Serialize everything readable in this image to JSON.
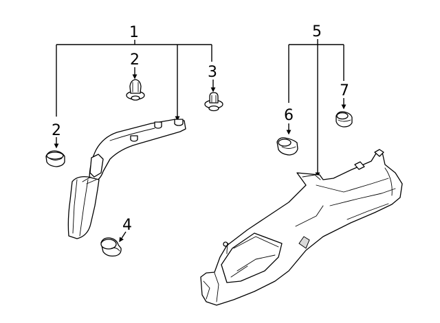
{
  "callouts": [
    {
      "id": "1",
      "text": "1"
    },
    {
      "id": "2a",
      "text": "2"
    },
    {
      "id": "2b",
      "text": "2"
    },
    {
      "id": "3",
      "text": "3"
    },
    {
      "id": "4",
      "text": "4"
    },
    {
      "id": "5",
      "text": "5"
    },
    {
      "id": "6",
      "text": "6"
    },
    {
      "id": "7",
      "text": "7"
    }
  ]
}
